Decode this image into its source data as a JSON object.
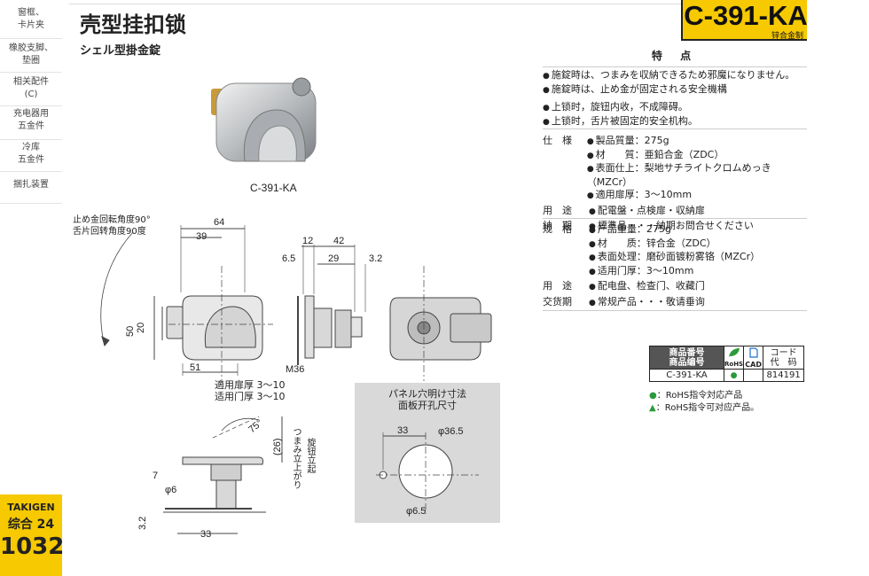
{
  "sidebar": {
    "items": [
      {
        "lines": [
          "窗框、",
          "卡片夹"
        ]
      },
      {
        "lines": [
          "橡胶支脚、",
          "垫圈"
        ]
      },
      {
        "lines": [
          "相关配件",
          "(C)"
        ]
      },
      {
        "lines": [
          "充电器用",
          "五金件"
        ]
      },
      {
        "lines": [
          "冷库",
          "五金件"
        ]
      },
      {
        "lines": [
          "捆扎装置"
        ]
      }
    ],
    "brand": "TAKIGEN",
    "catalog": "综合 24",
    "page_number": "1032"
  },
  "header": {
    "title_cn": "壳型挂扣锁",
    "title_jp": "シェル型掛金錠",
    "product_code": "C-391-KA",
    "material": "锌合金制"
  },
  "features": {
    "heading": "特 点",
    "jp": [
      "施錠時は、つまみを収納できるため邪魔になりません。",
      "施錠時は、止め金が固定される安全機構"
    ],
    "cn": [
      "上锁时，旋钮内收，不成障碍。",
      "上锁时，舌片被固定的安全机构。"
    ]
  },
  "spec_jp": {
    "spec_label": "仕　様",
    "spec_values": [
      "製品質量：275g",
      "材　　質：亜鉛合金（ZDC）",
      "表面仕上：梨地サチライトクロムめっき（MZCr）",
      "適用扉厚：3～10mm"
    ],
    "use_label": "用　途",
    "use_value": "配電盤・点検扉・収納扉",
    "delivery_label": "納　期",
    "delivery_value": "標準品・・・納期お問合せください"
  },
  "spec_cn": {
    "spec_label": "规　格",
    "spec_values": [
      "产品重量：275g",
      "材　　质：锌合金（ZDC）",
      "表面处理：磨砂面镀粉雾铬（MZCr）",
      "适用门厚：3～10mm"
    ],
    "use_label": "用　途",
    "use_value": "配电盘、检查门、收藏门",
    "delivery_label": "交货期",
    "delivery_value": "常规产品・・・敬请垂询"
  },
  "product_table": {
    "col1_jp": "商品番号",
    "col1_cn": "商品编号",
    "rohs": "RoHS",
    "cad": "CAD",
    "col4_jp": "コード",
    "col4_cn": "代　码",
    "row": {
      "code": "C-391-KA",
      "rohs": "",
      "cad": "",
      "number": "814191"
    }
  },
  "legend": {
    "circle": "：RoHS指令対応产品",
    "triangle": "：RoHS指令可对应产品。"
  },
  "drawing": {
    "caption": "C-391-KA",
    "rotation_jp": "止め金回転角度90°",
    "rotation_cn": "舌片回转角度90度",
    "door_jp": "適用扉厚 3～10",
    "door_cn": "适用门厚 3～10",
    "knob_jp": "つまみ立上がり",
    "knob_cn": "旋钮立起",
    "panel_jp": "パネル穴明け寸法",
    "panel_cn": "面板开孔尺寸",
    "dims": {
      "d64": "64",
      "d39": "39",
      "d12": "12",
      "d42": "42",
      "d6_5": "6.5",
      "d29": "29",
      "d3_2": "3.2",
      "d50": "50",
      "d20": "20",
      "d51": "51",
      "m36": "M36",
      "d75": "75°",
      "d26": "(26)",
      "d7": "7",
      "phi6": "φ6",
      "d3_2b": "3.2",
      "d33b": "33",
      "p33": "33",
      "p36_5": "φ36.5",
      "p6_5": "φ6.5"
    }
  },
  "colors": {
    "brand_yellow": "#f6c900",
    "rohs_green": "#2a9a3a",
    "cad_blue": "#1e6fd0"
  }
}
